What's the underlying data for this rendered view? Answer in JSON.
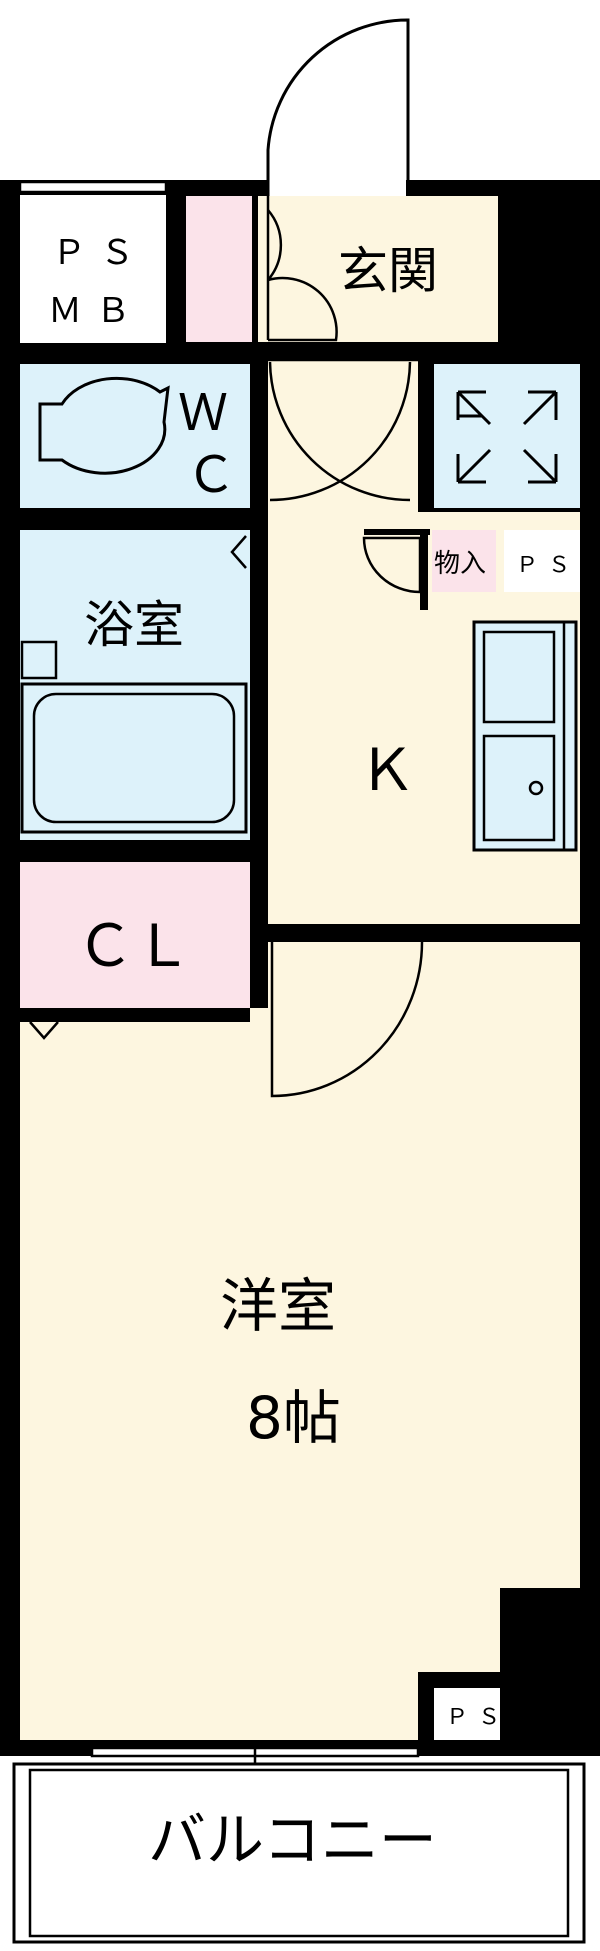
{
  "colors": {
    "wall": "#000000",
    "room_cream": "#fdf6e0",
    "room_blue": "#ddf2fa",
    "room_pink": "#fbe3ea",
    "white": "#ffffff"
  },
  "rooms": {
    "ps_mb": {
      "line1": "ＰＳ",
      "line2": "ＭＢ"
    },
    "entrance": "玄関",
    "wc": {
      "line1": "Ｗ",
      "line2": "Ｃ"
    },
    "bath": "浴室",
    "storage": "物入",
    "ps_kitchen": "ＰＳ",
    "kitchen": "Ｋ",
    "closet": "ＣＬ",
    "western_room": {
      "name": "洋室",
      "size": "8帖"
    },
    "ps_room": "ＰＳ",
    "balcony": "バルコニー"
  }
}
